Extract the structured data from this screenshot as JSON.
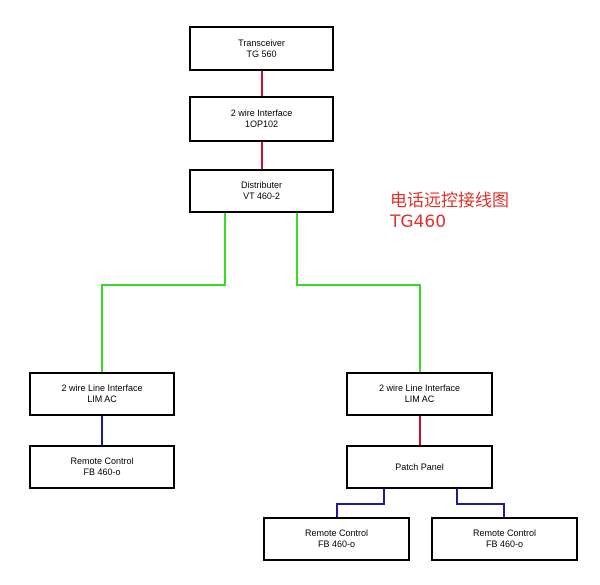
{
  "title": {
    "line1": "电话远控接线图",
    "line2": "TG460",
    "color": "#e0312a"
  },
  "colors": {
    "red": "#c8102e",
    "green": "#33dd22",
    "blue": "#1a1a9a"
  },
  "nodes": {
    "transceiver": {
      "name": "Transceiver",
      "model": "TG 560"
    },
    "two_wire_interface": {
      "name": "2 wire Interface",
      "model": "1OP102"
    },
    "distributer": {
      "name": "Distributer",
      "model": "VT 460-2"
    },
    "lim_left": {
      "name": "2 wire Line Interface",
      "model": "LIM AC"
    },
    "lim_right": {
      "name": "2 wire Line Interface",
      "model": "LIM AC"
    },
    "remote_left": {
      "name": "Remote Control",
      "model": "FB 460-o"
    },
    "patch_panel": {
      "name": "Patch Panel"
    },
    "remote_bottom_left": {
      "name": "Remote Control",
      "model": "FB 460-o"
    },
    "remote_bottom_right": {
      "name": "Remote Control",
      "model": "FB 460-o"
    }
  },
  "edges": [
    {
      "from": "transceiver",
      "to": "two_wire_interface",
      "color": "red"
    },
    {
      "from": "two_wire_interface",
      "to": "distributer",
      "color": "red"
    },
    {
      "from": "distributer",
      "to": "lim_left",
      "color": "green"
    },
    {
      "from": "distributer",
      "to": "lim_right",
      "color": "green"
    },
    {
      "from": "lim_left",
      "to": "remote_left",
      "color": "blue"
    },
    {
      "from": "lim_right",
      "to": "patch_panel",
      "color": "red"
    },
    {
      "from": "patch_panel",
      "to": "remote_bottom_left",
      "color": "blue"
    },
    {
      "from": "patch_panel",
      "to": "remote_bottom_right",
      "color": "blue"
    }
  ]
}
